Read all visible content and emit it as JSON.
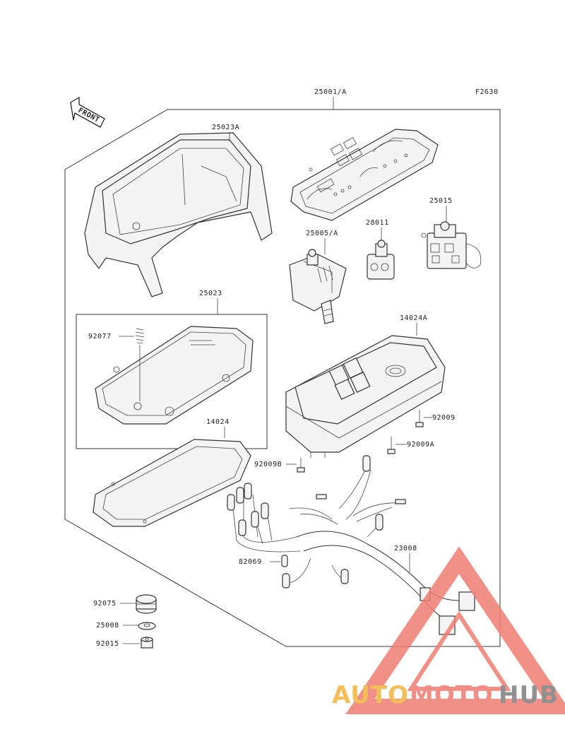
{
  "diagram": {
    "figure_code": "F2630",
    "front_label": "FRONT",
    "callouts": {
      "c25001A": "25001/A",
      "c25023A": "25023A",
      "c25015": "25015",
      "c25005A": "25005/A",
      "c28011": "28011",
      "c25023": "25023",
      "c92077": "92077",
      "c14024A": "14024A",
      "c92009": "92009",
      "c92009A": "92009A",
      "c14024": "14024",
      "c92009B": "92009B",
      "c82069": "82069",
      "c23008": "23008",
      "c92075": "92075",
      "c25008": "25008",
      "c92015": "92015"
    }
  },
  "watermark": {
    "part1": "AUTO",
    "part2": "MOTO",
    "part3": "HUB",
    "colors": {
      "auto": "#f2b23a",
      "moto": "#ee7a70",
      "hub": "#7d7d7d",
      "triangle": "#ef7d72"
    }
  }
}
